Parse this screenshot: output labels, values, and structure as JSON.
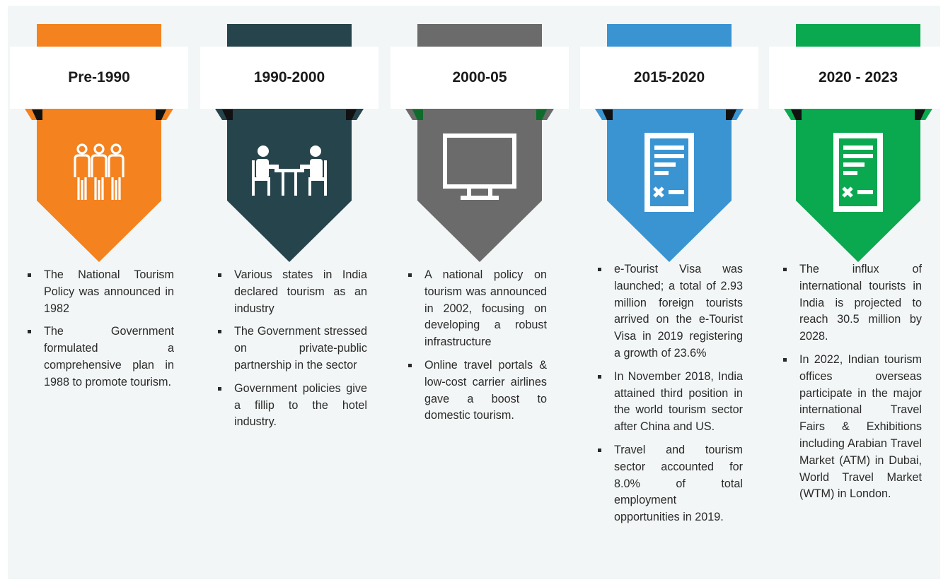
{
  "stages": [
    {
      "label": "Pre-1990",
      "color": "#f4821f",
      "icon": "people-group-icon",
      "bullets": [
        "The National Tourism Policy was announced in 1982",
        "The Government formulated a comprehensive plan in 1988 to promote tourism."
      ]
    },
    {
      "label": "1990-2000",
      "color": "#26444c",
      "icon": "meeting-table-icon",
      "bullets": [
        "Various states in India declared tourism as an industry",
        "The Government stressed on private-public partnership in the sector",
        "Government policies give a fillip to the hotel industry."
      ]
    },
    {
      "label": "2000-05",
      "color": "#6b6b6b",
      "icon": "monitor-icon",
      "bullets": [
        "A national policy on tourism was announced in 2002, focusing on developing a robust infrastructure",
        "Online travel portals & low-cost carrier airlines gave a boost to domestic tourism."
      ]
    },
    {
      "label": "2015-2020",
      "color": "#3a94d2",
      "icon": "document-icon",
      "bullets": [
        "e-Tourist Visa was launched; a total of 2.93 million foreign tourists arrived on the e-Tourist Visa in 2019 registering a growth of 23.6%",
        "In November 2018, India attained third position in the world tourism sector after China and US.",
        "Travel and tourism sector accounted for 8.0% of total employment opportunities in 2019."
      ]
    },
    {
      "label": "2020 - 2023",
      "color": "#0aa84f",
      "icon": "document-icon",
      "bullets": [
        "The influx of international tourists in India is projected to reach 30.5 million by 2028.",
        "In 2022, Indian tourism offices overseas participate in the major international Travel Fairs & Exhibitions including Arabian Travel Market (ATM) in Dubai, World Travel Market (WTM) in London."
      ]
    }
  ]
}
